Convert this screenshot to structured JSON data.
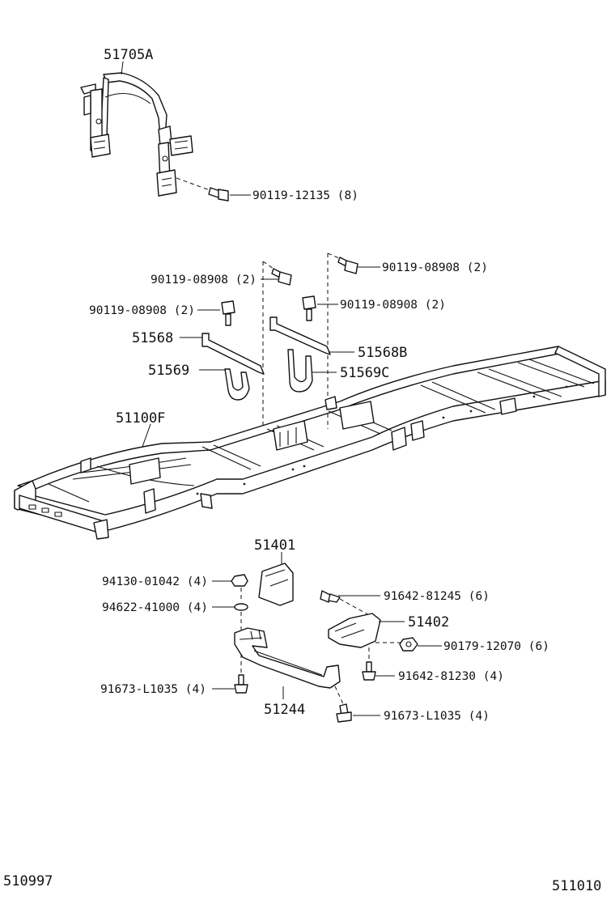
{
  "labels": {
    "p51705A": "51705A",
    "p90119_12135": "90119-12135 (8)",
    "p90119_08908_a": "90119-08908 (2)",
    "p90119_08908_b": "90119-08908 (2)",
    "p90119_08908_c": "90119-08908 (2)",
    "p90119_08908_d": "90119-08908 (2)",
    "p51568": "51568",
    "p51568B": "51568B",
    "p51569": "51569",
    "p51569C": "51569C",
    "p51100F": "51100F",
    "p51401": "51401",
    "p94130": "94130-01042 (4)",
    "p94622": "94622-41000 (4)",
    "p91642_81245": "91642-81245 (6)",
    "p51402": "51402",
    "p90179": "90179-12070 (6)",
    "p91642_81230": "91642-81230 (4)",
    "p91673_a": "91673-L1035 (4)",
    "p91673_b": "91673-L1035 (4)",
    "p51244": "51244",
    "fig_left": "510997",
    "fig_right": "511010"
  }
}
